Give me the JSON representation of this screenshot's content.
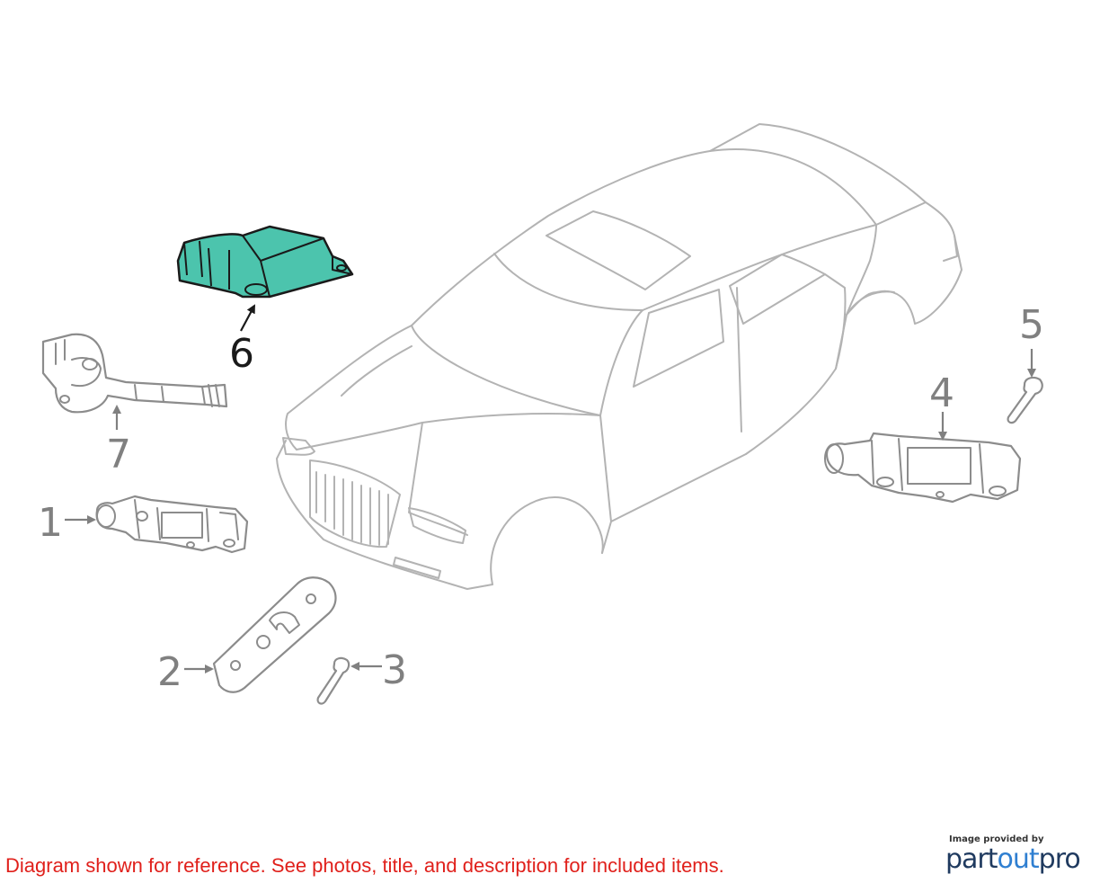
{
  "callouts": [
    {
      "id": "1",
      "label": "1"
    },
    {
      "id": "2",
      "label": "2"
    },
    {
      "id": "3",
      "label": "3"
    },
    {
      "id": "4",
      "label": "4"
    },
    {
      "id": "5",
      "label": "5"
    },
    {
      "id": "6",
      "label": "6"
    },
    {
      "id": "7",
      "label": "7"
    }
  ],
  "highlighted_part": "6",
  "highlight_color": "#4cc4ad",
  "disclaimer": "Diagram shown for reference. See photos, title, and description for included items.",
  "disclaimer_color": "#e0201b",
  "brand": {
    "caption": "Image provided by",
    "logo_part1": "part",
    "logo_part2": "out",
    "logo_part3": "pro"
  }
}
